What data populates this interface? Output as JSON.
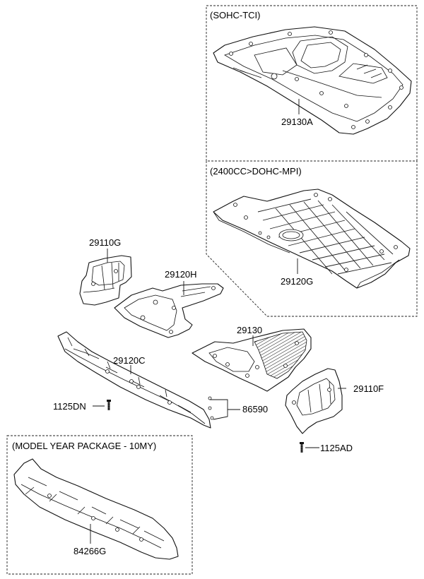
{
  "groups": {
    "sohc": "(SOHC-TCI)",
    "dohc": "(2400CC>DOHC-MPI)",
    "model_year": "(MODEL YEAR PACKAGE - 10MY)"
  },
  "parts": {
    "p29130A": "29130A",
    "p29120G": "29120G",
    "p29110G": "29110G",
    "p29120H": "29120H",
    "p29130": "29130",
    "p29120C": "29120C",
    "p29110F": "29110F",
    "p1125DN": "1125DN",
    "p86590": "86590",
    "p1125AD": "1125AD",
    "p84266G": "84266G"
  }
}
